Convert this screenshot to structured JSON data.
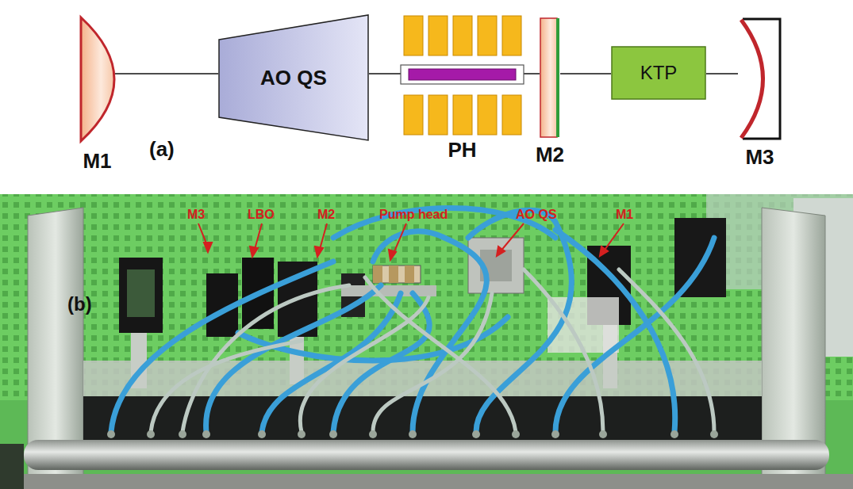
{
  "diagram": {
    "nodes": [
      {
        "text": [
          "M1"
        ]
      },
      {
        "text": [
          "AO QS"
        ]
      },
      {
        "text": [
          "PH"
        ]
      },
      {
        "text": [
          "M2"
        ]
      },
      {
        "text": [
          "KTP"
        ]
      },
      {
        "text": [
          "M3"
        ]
      }
    ],
    "edges": [
      {
        "from": 0,
        "to": 1,
        "arrow": "none"
      },
      {
        "from": 1,
        "to": 2,
        "arrow": "none"
      },
      {
        "from": 2,
        "to": 3,
        "arrow": "none"
      },
      {
        "from": 3,
        "to": 4,
        "arrow": "none"
      },
      {
        "from": 4,
        "to": 5,
        "arrow": "none"
      }
    ],
    "labels": [
      "(a)",
      "(b)",
      "M3",
      "LBO",
      "M2",
      "Pump head",
      "AO QS",
      "M1"
    ]
  }
}
